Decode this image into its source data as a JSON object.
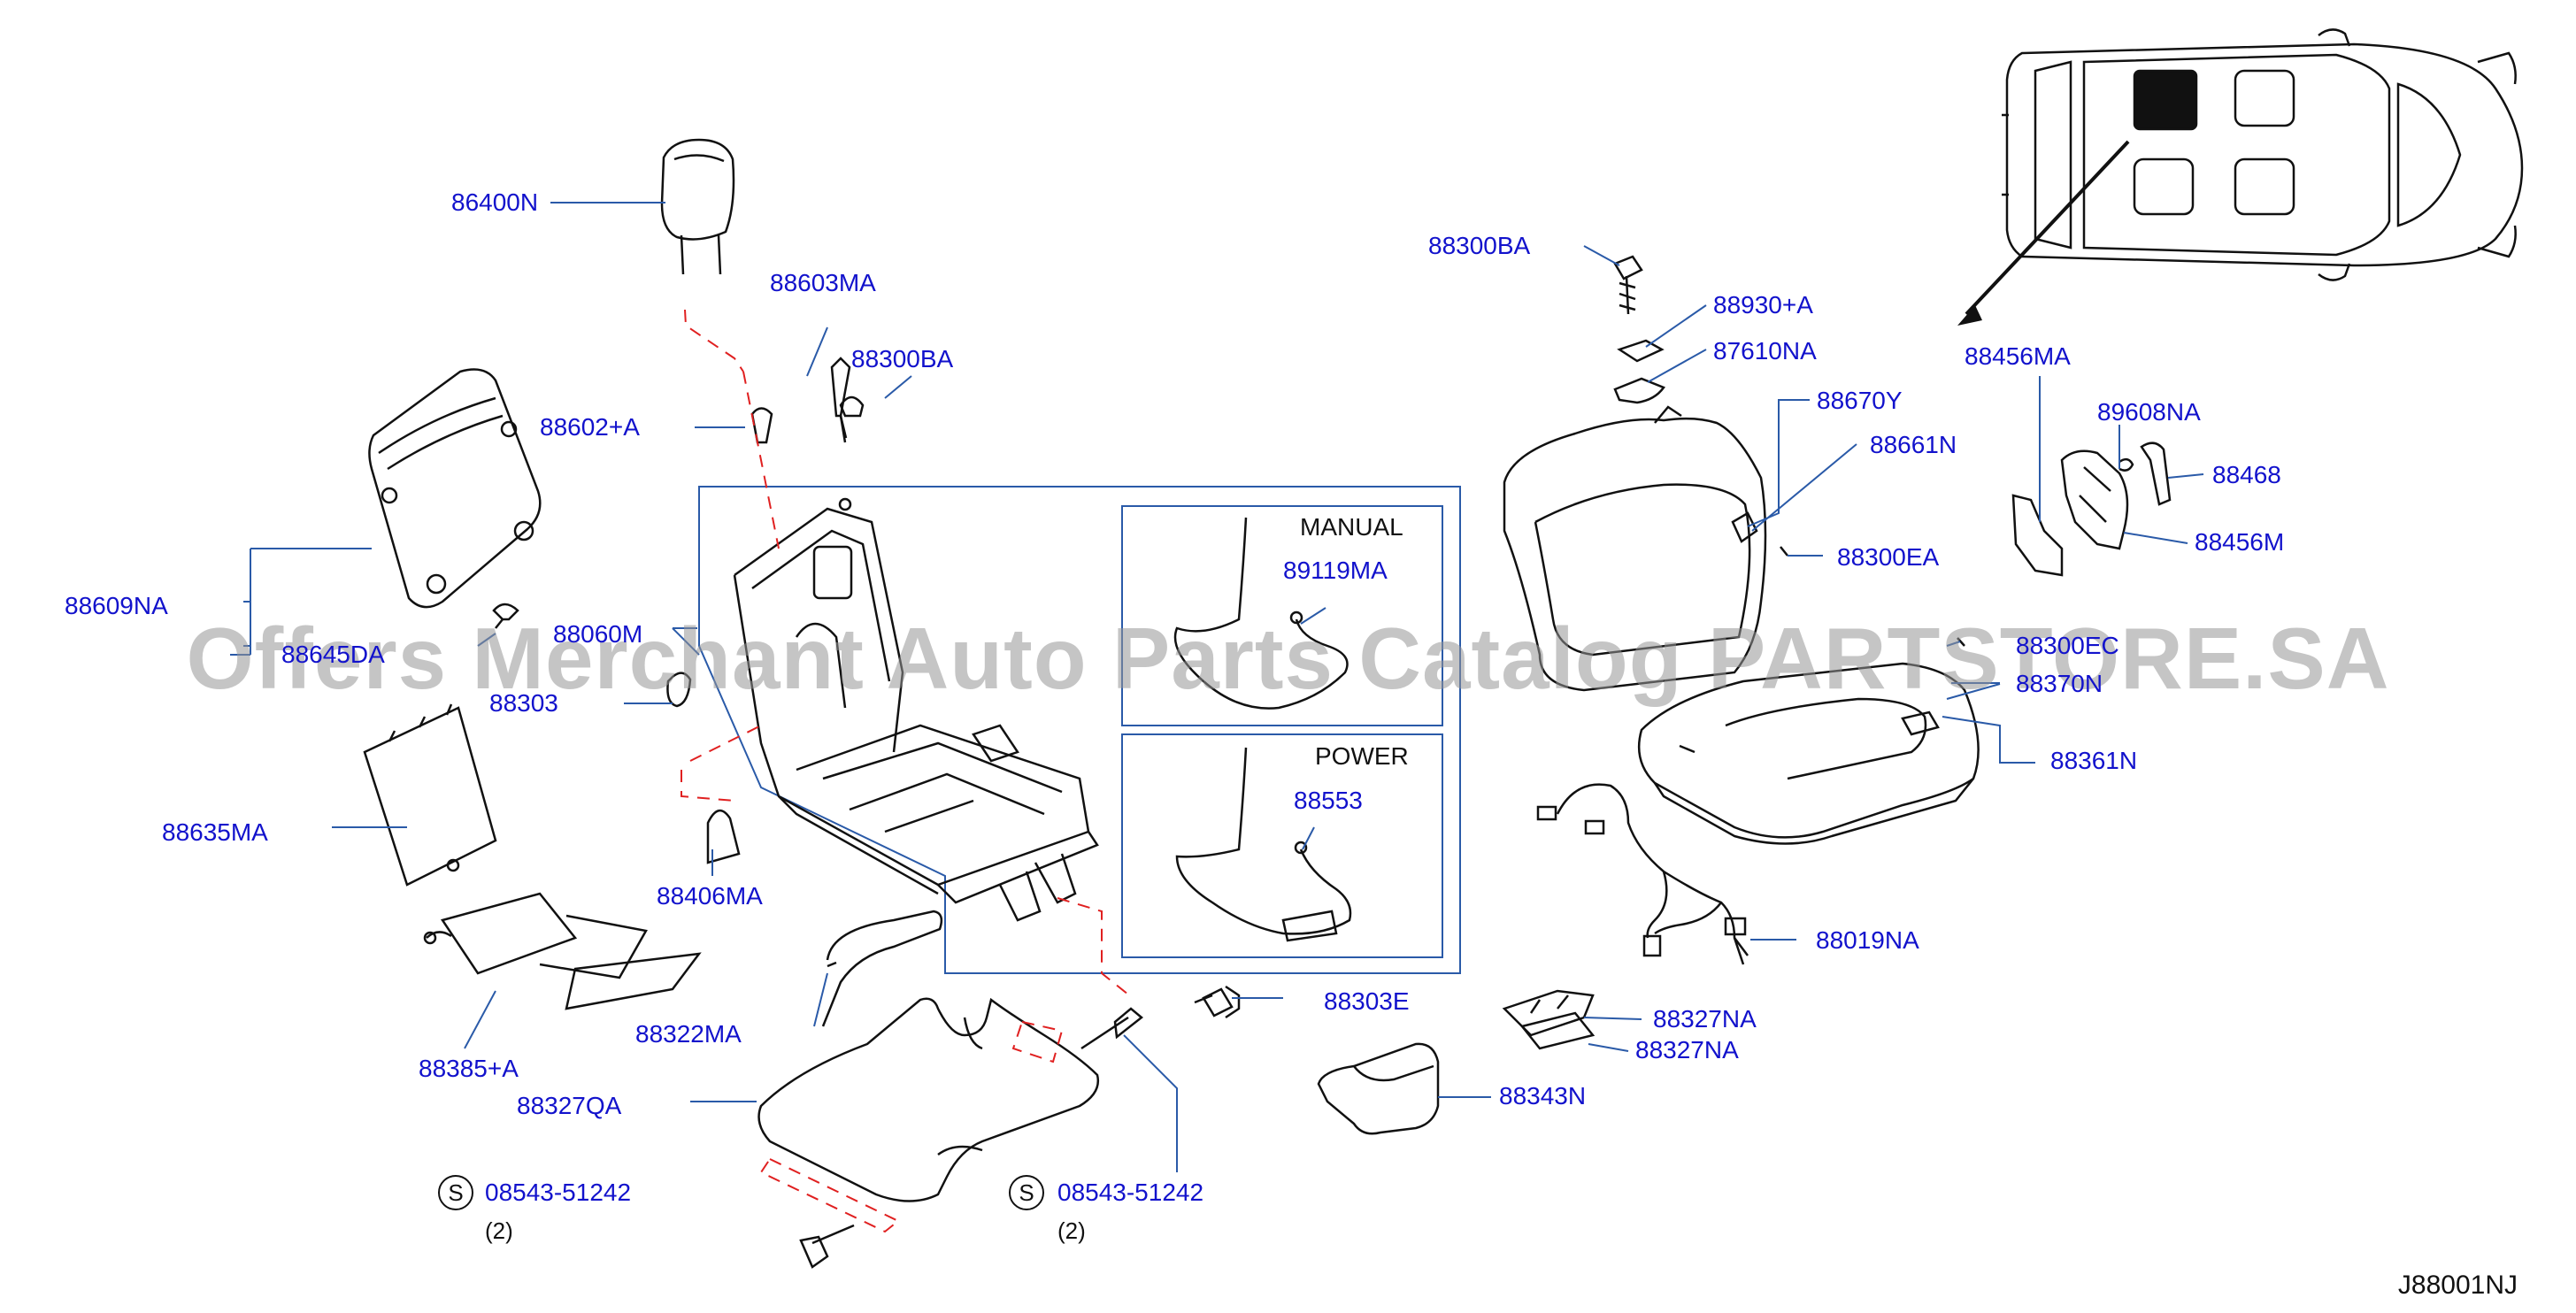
{
  "watermark": "Offers Merchant Auto Parts Catalog PARTSTORE.SA",
  "diagram_code": "J88001NJ",
  "boxes": {
    "manual": "MANUAL",
    "power": "POWER"
  },
  "fastener": {
    "badge": "S",
    "qty": "(2)"
  },
  "parts": {
    "p86400N": "86400N",
    "p88603MA": "88603MA",
    "p88300BA_a": "88300BA",
    "p88602A": "88602+A",
    "p88609NA": "88609NA",
    "p88645DA": "88645DA",
    "p88060M": "88060M",
    "p88303": "88303",
    "p88635MA": "88635MA",
    "p88406MA": "88406MA",
    "p88385A": "88385+A",
    "p88322MA": "88322MA",
    "p88327QA": "88327QA",
    "p08543_a": "08543-51242",
    "p08543_b": "08543-51242",
    "p89119MA": "89119MA",
    "p88553": "88553",
    "p88303E": "88303E",
    "p88300BA_b": "88300BA",
    "p88930A": "88930+A",
    "p87610NA": "87610NA",
    "p88670Y": "88670Y",
    "p88661N": "88661N",
    "p88300EA": "88300EA",
    "p88300EC": "88300EC",
    "p88370N": "88370N",
    "p88361N": "88361N",
    "p88019NA": "88019NA",
    "p88327NA_a": "88327NA",
    "p88327NA_b": "88327NA",
    "p88343N": "88343N",
    "p88456MA": "88456MA",
    "p89608NA": "89608NA",
    "p88468": "88468",
    "p88456M": "88456M"
  },
  "colors": {
    "label": "#1212cc",
    "leader": "#2a5aa8",
    "dash": "#e02020",
    "line": "#111111",
    "watermark": "#969696"
  }
}
